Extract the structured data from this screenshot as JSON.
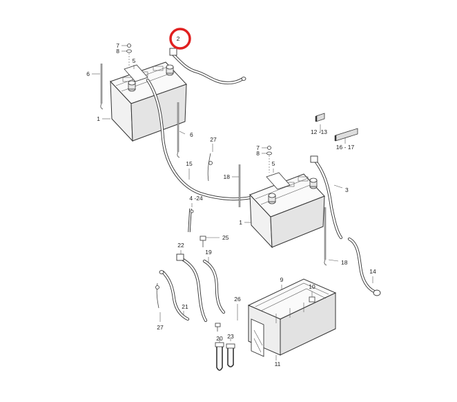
{
  "highlight": {
    "part": "2",
    "color": "#e02020"
  },
  "labels": {
    "l2": "2",
    "l7a": "7",
    "l8a": "8",
    "l5a": "5",
    "l6a": "6",
    "l1a": "1",
    "l6b": "6",
    "l1213": "12 -13",
    "l1617": "16 - 17",
    "l27a": "27",
    "l15": "15",
    "l7b": "7",
    "l8b": "8",
    "l5b": "5",
    "l3": "3",
    "l18a": "18",
    "l424": "4 -24",
    "l1b": "1",
    "l25": "25",
    "l22": "22",
    "l19": "19",
    "l18b": "18",
    "l14": "14",
    "l9": "9",
    "l10": "10",
    "l26": "26",
    "l21": "21",
    "l27b": "27",
    "l20": "20",
    "l23": "23",
    "l11": "11"
  }
}
